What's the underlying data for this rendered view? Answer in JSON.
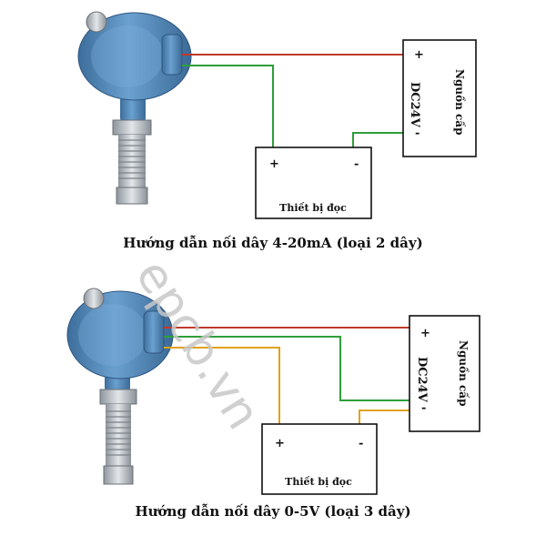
{
  "colors": {
    "wire_positive": "#c0392b",
    "wire_green": "#2e9e3a",
    "wire_signal": "#e0a21a",
    "transmitter_body": "#5b8fbf",
    "sensor_steel": "#b9bec4"
  },
  "diagram_top": {
    "caption": "Hướng dẫn nối dây 4-20mA (loại 2 dây)",
    "supply": {
      "label": "Nguồn cấp",
      "voltage": "DC24V",
      "plus": "+",
      "minus": "-"
    },
    "reader": {
      "label": "Thiết bị đọc",
      "plus": "+",
      "minus": "-"
    }
  },
  "diagram_bottom": {
    "caption": "Hướng dẫn nối dây 0-5V (loại 3 dây)",
    "supply": {
      "label": "Nguồn cấp",
      "voltage": "DC24V",
      "plus": "+",
      "minus": "-"
    },
    "reader": {
      "label": "Thiết bị đọc",
      "plus": "+",
      "minus": "-"
    }
  },
  "watermark": "epcb.vn"
}
